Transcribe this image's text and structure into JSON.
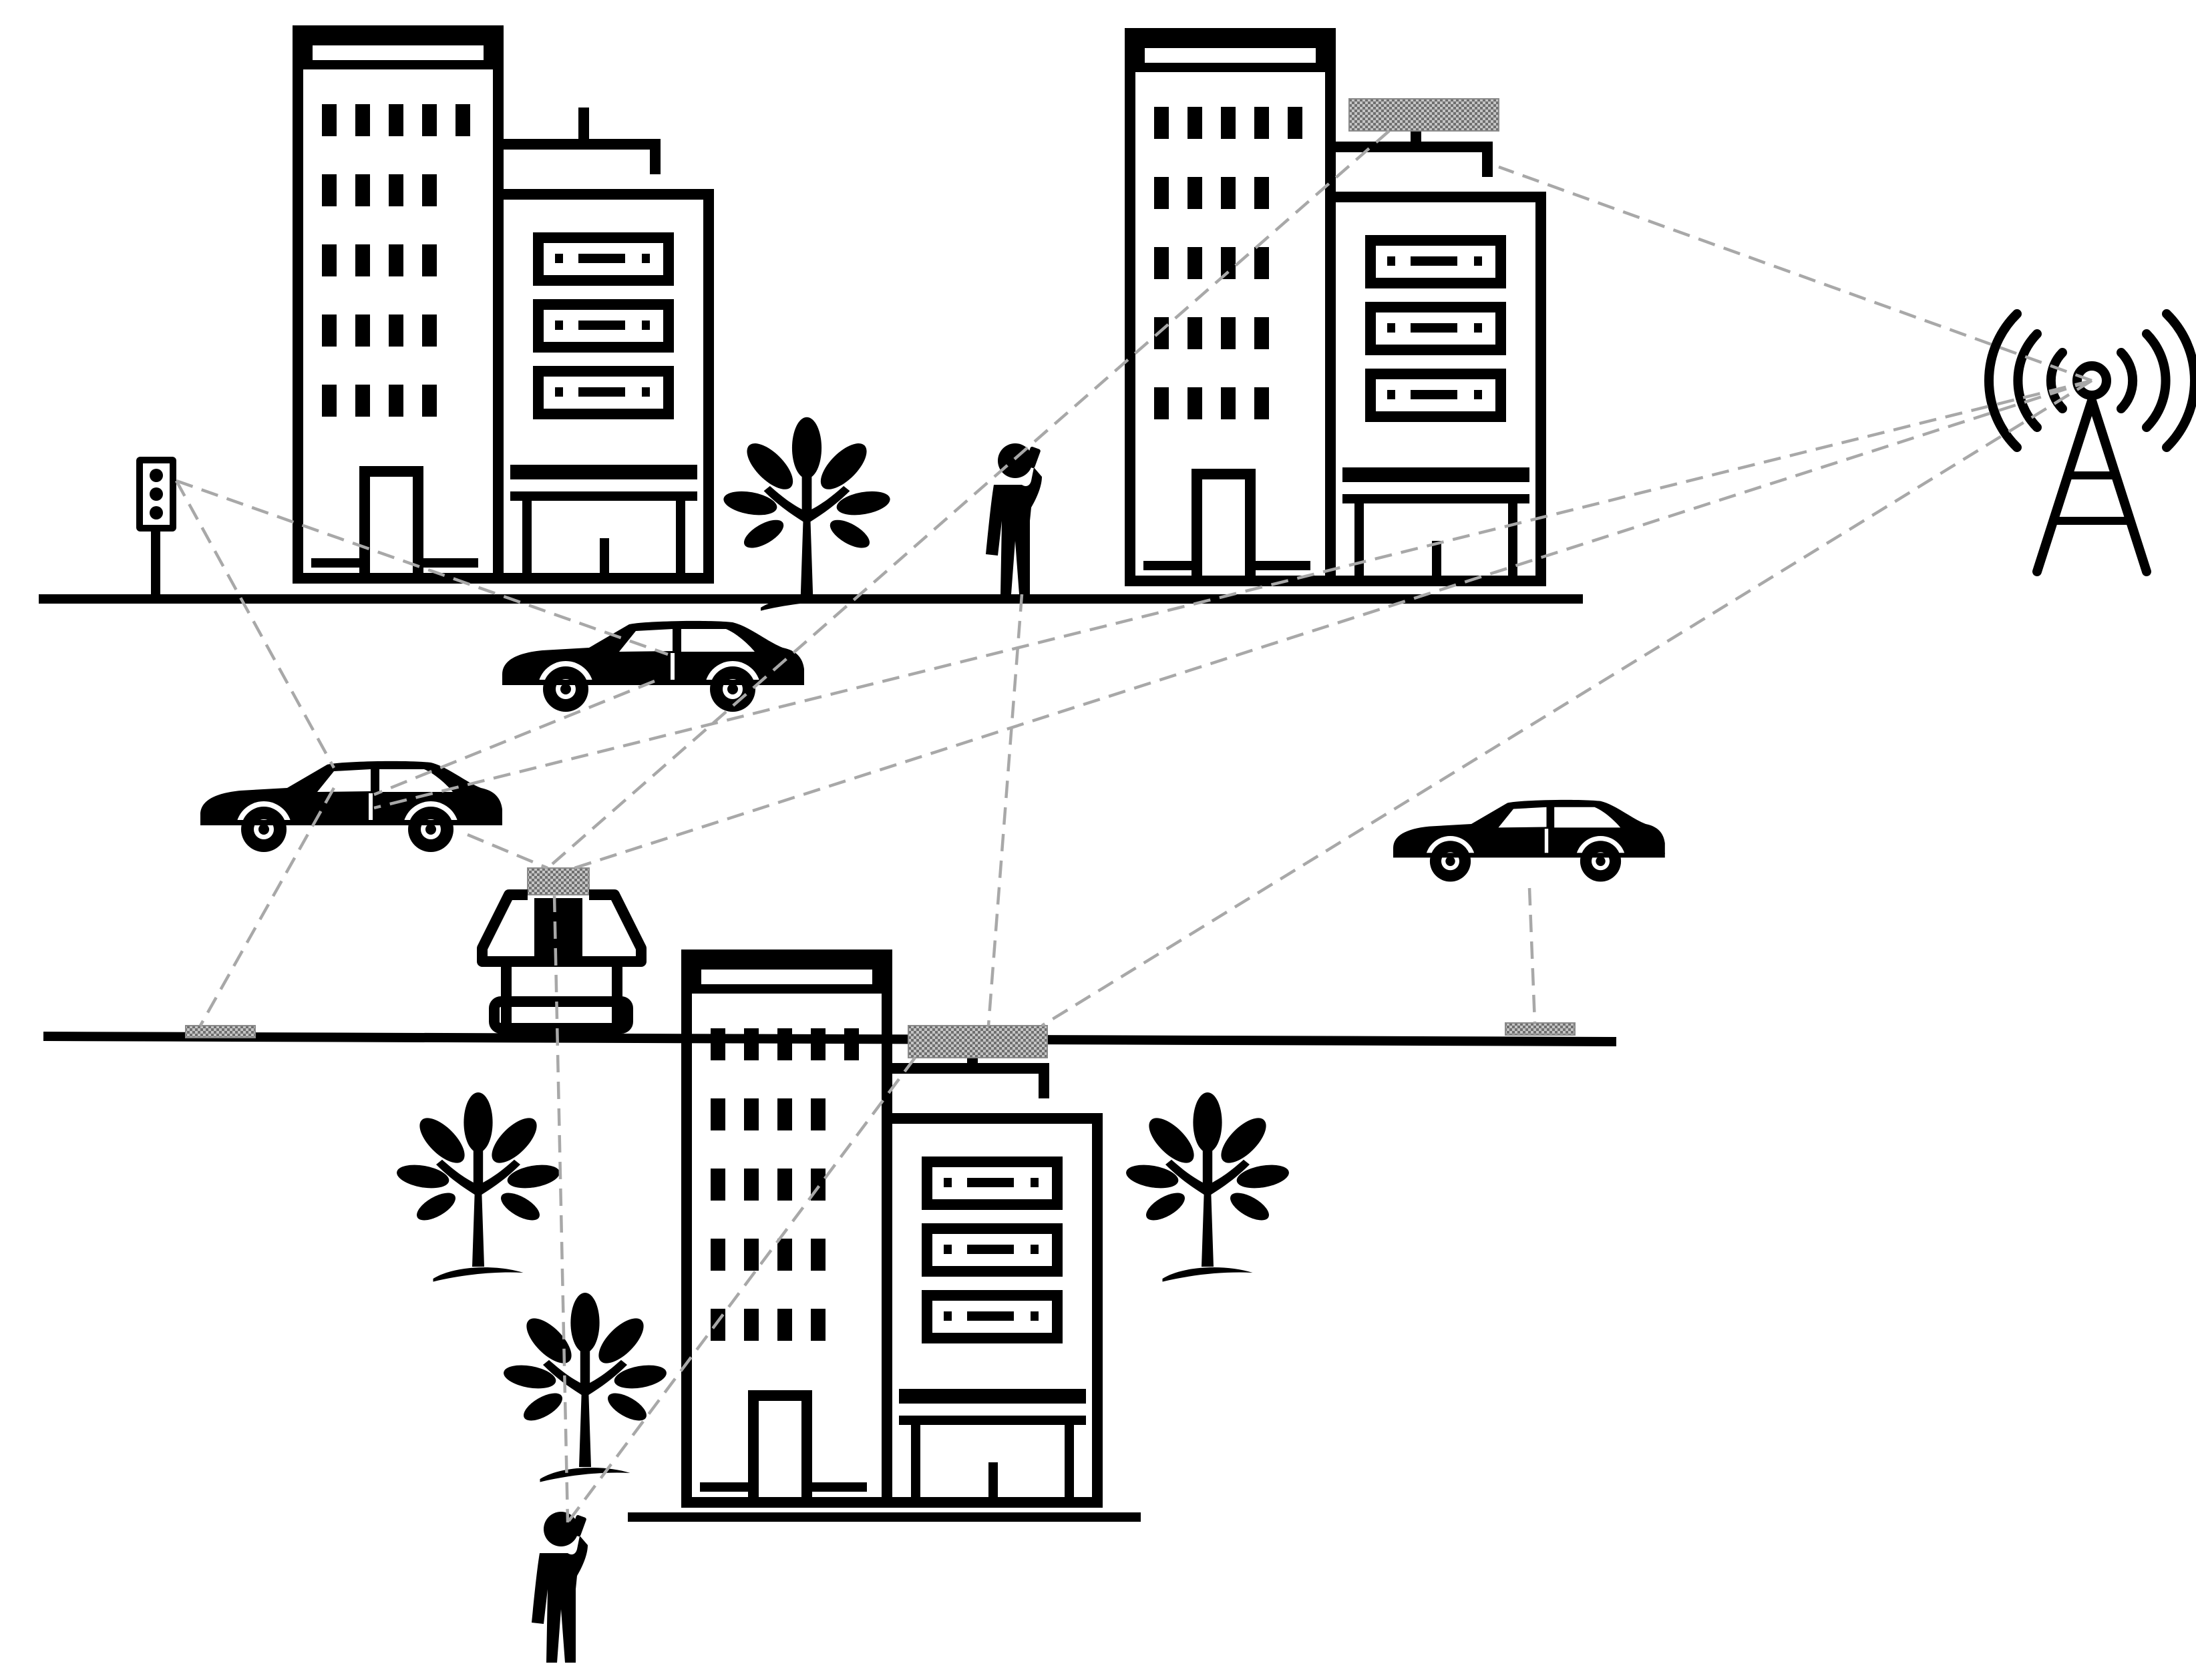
{
  "diagram": {
    "title": "",
    "background": "#ffffff",
    "ink_color": "#000000",
    "link_color": "#a8a8a8",
    "link_style": "dashed",
    "surface_color": "#8c8c8c",
    "nodes": [
      {
        "id": "base-station",
        "icon": "cell-tower-icon"
      },
      {
        "id": "building-top-left",
        "icon": "building-icon"
      },
      {
        "id": "building-top-right",
        "icon": "building-icon",
        "has_reflecting_surface": true
      },
      {
        "id": "building-bottom",
        "icon": "building-icon",
        "has_reflecting_surface": true
      },
      {
        "id": "traffic-light",
        "icon": "traffic-light-icon"
      },
      {
        "id": "car-1",
        "icon": "car-icon"
      },
      {
        "id": "car-2",
        "icon": "car-icon"
      },
      {
        "id": "car-3",
        "icon": "car-icon"
      },
      {
        "id": "kiosk",
        "icon": "kiosk-icon",
        "has_reflecting_surface": true
      },
      {
        "id": "person-top",
        "icon": "person-on-phone-icon"
      },
      {
        "id": "person-bottom",
        "icon": "person-on-phone-icon"
      },
      {
        "id": "ground-surface-left",
        "icon": "reflecting-surface-icon"
      },
      {
        "id": "ground-surface-right",
        "icon": "reflecting-surface-icon"
      },
      {
        "id": "tree-1",
        "icon": "tree-icon"
      },
      {
        "id": "tree-2",
        "icon": "tree-icon"
      },
      {
        "id": "tree-3",
        "icon": "tree-icon"
      },
      {
        "id": "tree-4",
        "icon": "tree-icon"
      }
    ],
    "links": [
      {
        "from": "base-station",
        "to": "building-top-right"
      },
      {
        "from": "base-station",
        "to": "kiosk"
      },
      {
        "from": "base-station",
        "to": "car-2"
      },
      {
        "from": "base-station",
        "to": "building-bottom"
      },
      {
        "from": "building-top-right",
        "to": "kiosk"
      },
      {
        "from": "traffic-light",
        "to": "car-1"
      },
      {
        "from": "traffic-light",
        "to": "car-2"
      },
      {
        "from": "car-1",
        "to": "car-2"
      },
      {
        "from": "car-2",
        "to": "kiosk"
      },
      {
        "from": "car-2",
        "to": "ground-surface-left"
      },
      {
        "from": "person-top",
        "to": "building-bottom"
      },
      {
        "from": "kiosk",
        "to": "person-bottom"
      },
      {
        "from": "building-bottom",
        "to": "person-bottom"
      },
      {
        "from": "car-3",
        "to": "ground-surface-right"
      }
    ]
  }
}
